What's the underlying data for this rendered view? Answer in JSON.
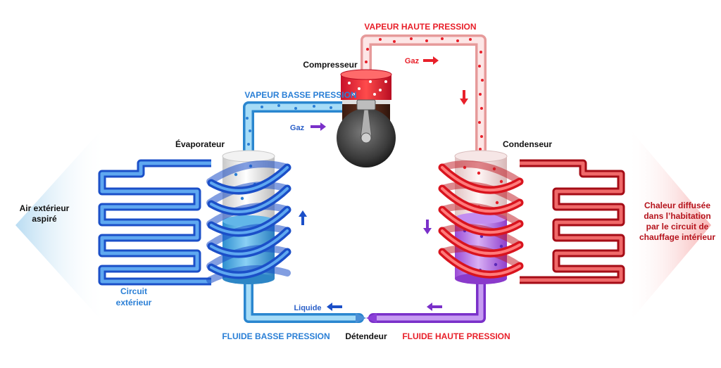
{
  "labels": {
    "vapeur_haute": "VAPEUR HAUTE PRESSION",
    "vapeur_basse": "VAPEUR BASSE PRESSION",
    "fluide_basse": "FLUIDE BASSE PRESSION",
    "fluide_haute": "FLUIDE HAUTE PRESSION",
    "compresseur": "Compresseur",
    "evaporateur": "Évaporateur",
    "condenseur": "Condenseur",
    "detendeur": "Détendeur",
    "gaz_top": "Gaz",
    "gaz_mid": "Gaz",
    "liquide": "Liquide",
    "air_line1": "Air extérieur",
    "air_line2": "aspiré",
    "circuit_line1": "Circuit",
    "circuit_line2": "extérieur",
    "chaleur_line1": "Chaleur diffusée",
    "chaleur_line2": "dans l’habitation",
    "chaleur_line3": "par le circuit de",
    "chaleur_line4": "chauffage intérieur"
  },
  "colors": {
    "high_pressure": "#e8202a",
    "low_pressure": "#2a7fd6",
    "liquid_high": "#8b3fd8",
    "dark_red": "#b5121b",
    "dark_blue": "#1f4fc4",
    "black": "#111111"
  }
}
